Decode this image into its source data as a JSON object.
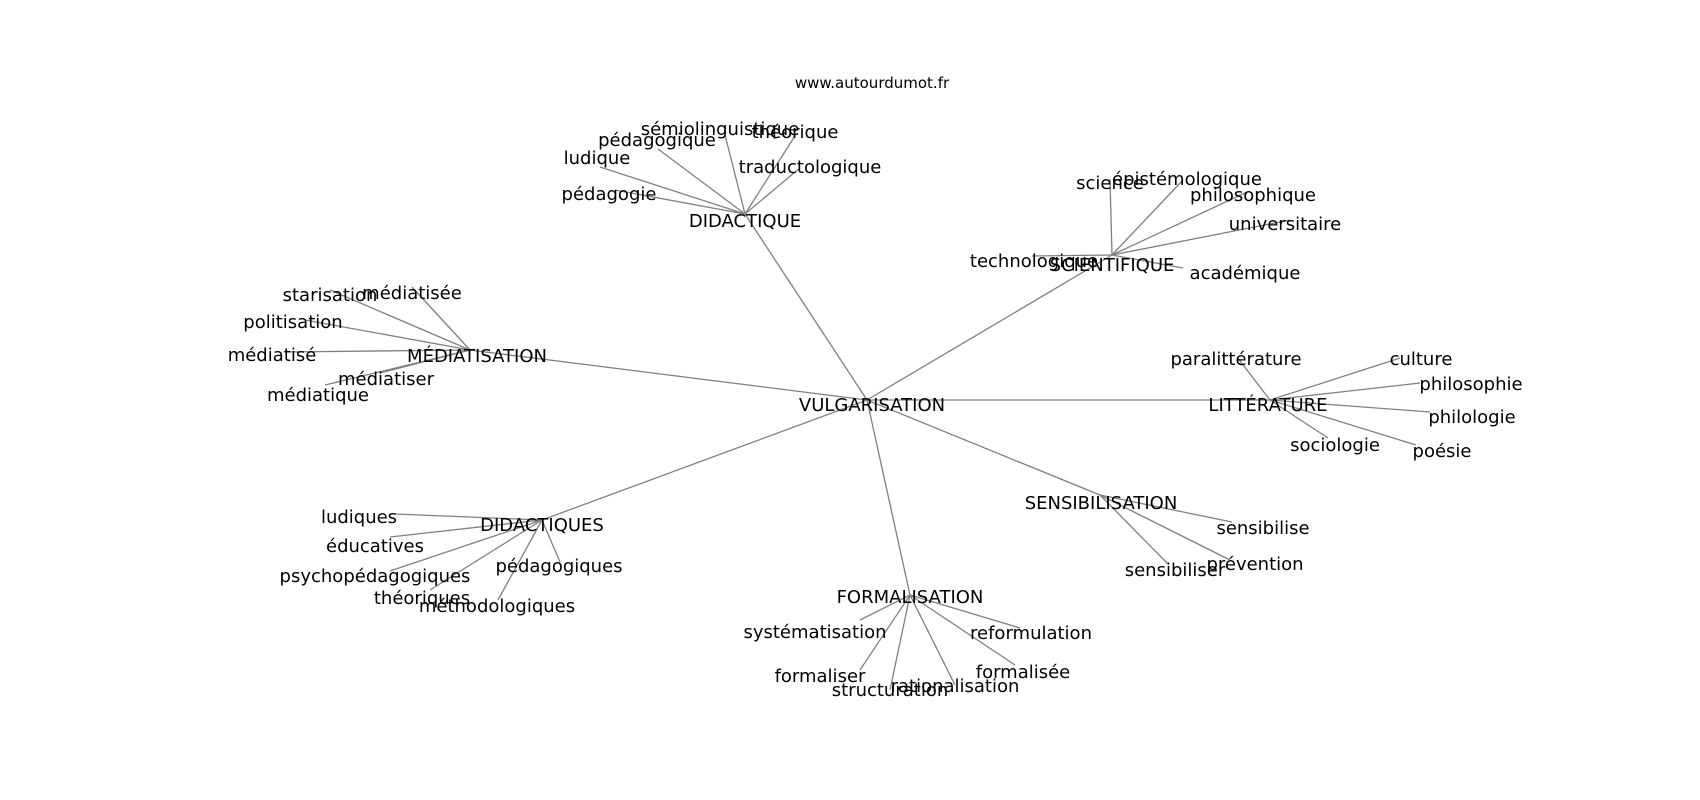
{
  "source_text": "www.autourdumot.fr",
  "center": "VULGARISATION",
  "hubs": [
    {
      "label": "DIDACTIQUE",
      "leaves": [
        "sémiolinguistique",
        "théorique",
        "pédagogique",
        "ludique",
        "traductologique",
        "pédagogie"
      ]
    },
    {
      "label": "SCIENTIFIQUE",
      "leaves": [
        "science",
        "épistémologique",
        "philosophique",
        "universitaire",
        "technologique",
        "académique"
      ]
    },
    {
      "label": "MÉDIATISATION",
      "leaves": [
        "starisation",
        "médiatisée",
        "politisation",
        "médiatisé",
        "médiatiser",
        "médiatique"
      ]
    },
    {
      "label": "LITTÉRATURE",
      "leaves": [
        "paralittérature",
        "culture",
        "philosophie",
        "philologie",
        "sociologie",
        "poésie"
      ]
    },
    {
      "label": "SENSIBILISATION",
      "leaves": [
        "sensibilise",
        "prévention",
        "sensibiliser"
      ]
    },
    {
      "label": "DIDACTIQUES",
      "leaves": [
        "ludiques",
        "éducatives",
        "psychopédagogiques",
        "pédagogiques",
        "théoriques",
        "méthodologiques"
      ]
    },
    {
      "label": "FORMALISATION",
      "leaves": [
        "systématisation",
        "reformulation",
        "formaliser",
        "formalisée",
        "structuration",
        "rationalisation"
      ]
    }
  ]
}
